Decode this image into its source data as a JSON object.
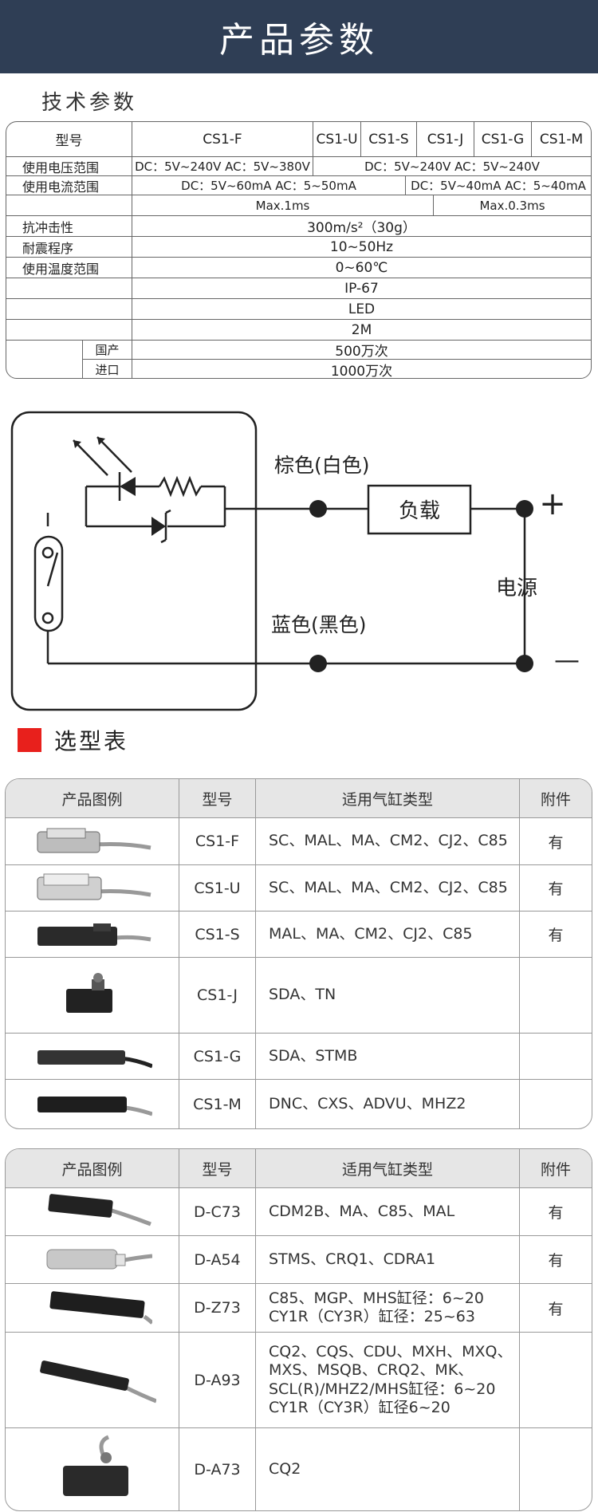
{
  "banner": {
    "title": "产品参数"
  },
  "tech": {
    "title": "技术参数"
  },
  "spec": {
    "col_model_header": "型号",
    "models": [
      "CS1-F",
      "CS1-U",
      "CS1-S",
      "CS1-J",
      "CS1-G",
      "CS1-M"
    ],
    "voltage": {
      "label": "使用电压范围",
      "v1": "DC：5V~240V  AC：5V~380V",
      "v2": "DC：5V~240V  AC：5V~240V"
    },
    "current": {
      "label": "使用电流范围",
      "v1": "DC：5V~60mA  AC：5~50mA",
      "v2": "DC：5V~40mA  AC：5~40mA"
    },
    "response": {
      "label": "",
      "v1": "Max.1ms",
      "v2": "Max.0.3ms"
    },
    "shock": {
      "label": "抗冲击性",
      "value": "300m/s²（30g）"
    },
    "vibration": {
      "label": "耐震程序",
      "value": "10~50Hz"
    },
    "temperature": {
      "label": "使用温度范围",
      "value": "0~60℃"
    },
    "protection": {
      "value": "IP-67"
    },
    "indicator": {
      "value": "LED"
    },
    "cable": {
      "value": "2M"
    },
    "life": {
      "domestic_label": "国产",
      "domestic": "500万次",
      "import_label": "进口",
      "import": "1000万次"
    }
  },
  "circuit": {
    "brown_label": "棕色(白色)",
    "blue_label": "蓝色(黑色)",
    "load_label": "负载",
    "power_label": "电源",
    "plus": "+",
    "minus": "—"
  },
  "selection": {
    "title": "选型表",
    "accent": "#e8201c"
  },
  "table1": {
    "headers": [
      "产品图例",
      "型号",
      "适用气缸类型",
      "附件"
    ],
    "rows": [
      {
        "model": "CS1-F",
        "cylinders": "SC、MAL、MA、CM2、CJ2、C85",
        "accessory": "有",
        "icon": "sensor-block-icon"
      },
      {
        "model": "CS1-U",
        "cylinders": "SC、MAL、MA、CM2、CJ2、C85",
        "accessory": "有",
        "icon": "sensor-block-icon"
      },
      {
        "model": "CS1-S",
        "cylinders": "MAL、MA、CM2、CJ2、C85",
        "accessory": "有",
        "icon": "sensor-bar-icon"
      },
      {
        "model": "CS1-J",
        "cylinders": "SDA、TN",
        "accessory": "",
        "icon": "sensor-cube-icon"
      },
      {
        "model": "CS1-G",
        "cylinders": "SDA、STMB",
        "accessory": "",
        "icon": "sensor-bar-icon"
      },
      {
        "model": "CS1-M",
        "cylinders": "DNC、CXS、ADVU、MHZ2",
        "accessory": "",
        "icon": "sensor-bar-icon"
      }
    ]
  },
  "table2": {
    "headers": [
      "产品图例",
      "型号",
      "适用气缸类型",
      "附件"
    ],
    "rows": [
      {
        "model": "D-C73",
        "cylinders": "CDM2B、MA、C85、MAL",
        "accessory": "有",
        "icon": "sensor-bar-icon"
      },
      {
        "model": "D-A54",
        "cylinders": "STMS、CRQ1、CDRA1",
        "accessory": "有",
        "icon": "sensor-block-icon"
      },
      {
        "model": "D-Z73",
        "cylinders": "C85、MGP、MHS缸径：6~20\nCY1R（CY3R）缸径：25~63",
        "accessory": "有",
        "icon": "sensor-bar-icon"
      },
      {
        "model": "D-A93",
        "cylinders": "CQ2、CQS、CDU、MXH、MXQ、\nMXS、MSQB、CRQ2、MK、\nSCL(R)/MHZ2/MHS缸径：6~20\nCY1R（CY3R）缸径6~20",
        "accessory": "",
        "icon": "sensor-bar-icon"
      },
      {
        "model": "D-A73",
        "cylinders": "CQ2",
        "accessory": "",
        "icon": "sensor-cube-icon"
      }
    ]
  }
}
